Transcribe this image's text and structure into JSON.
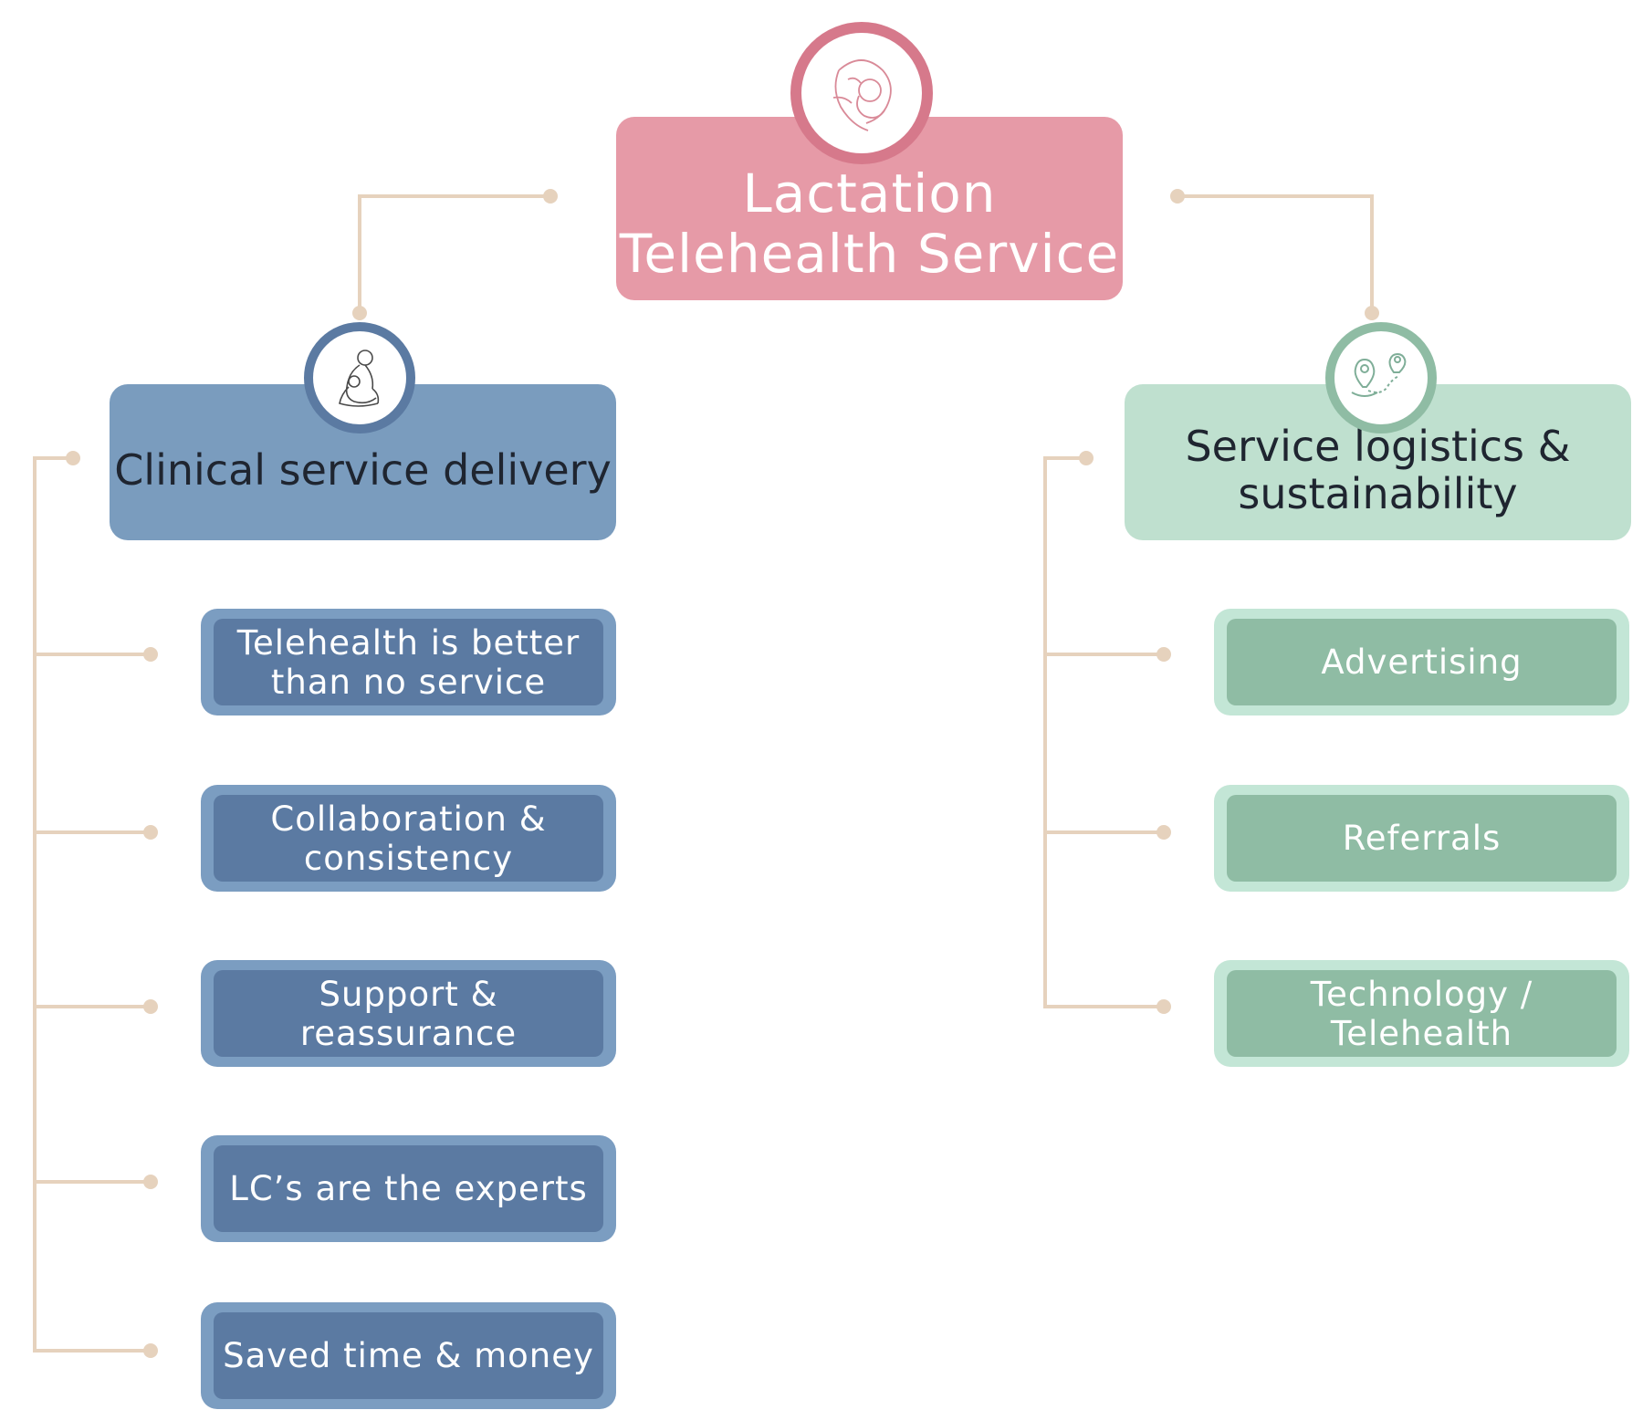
{
  "root": {
    "title_line1": "Lactation",
    "title_line2": "Telehealth Service",
    "icon": "breastfeeding-icon"
  },
  "left_branch": {
    "title": "Clinical service delivery",
    "icon": "mother-baby-icon",
    "items": [
      {
        "line1": "Telehealth is better",
        "line2": "than no service"
      },
      {
        "line1": "Collaboration &",
        "line2": "consistency"
      },
      {
        "line1": "Support &",
        "line2": "reassurance"
      },
      {
        "line1": "LC’s are the experts",
        "line2": ""
      },
      {
        "line1": "Saved time & money",
        "line2": ""
      }
    ]
  },
  "right_branch": {
    "title_line1": "Service logistics &",
    "title_line2": "sustainability",
    "icon": "location-route-icon",
    "items": [
      {
        "line1": "Advertising",
        "line2": ""
      },
      {
        "line1": "Referrals",
        "line2": ""
      },
      {
        "line1": "Technology /",
        "line2": "Telehealth"
      }
    ]
  },
  "colors": {
    "root": "#e69aa7",
    "root_ring": "#d6798b",
    "blue_branch": "#7a9cbe",
    "blue_child": "#5b7aa2",
    "green_branch": "#bfe0cf",
    "green_child": "#8fbca4",
    "connector": "#e6d2bd"
  }
}
